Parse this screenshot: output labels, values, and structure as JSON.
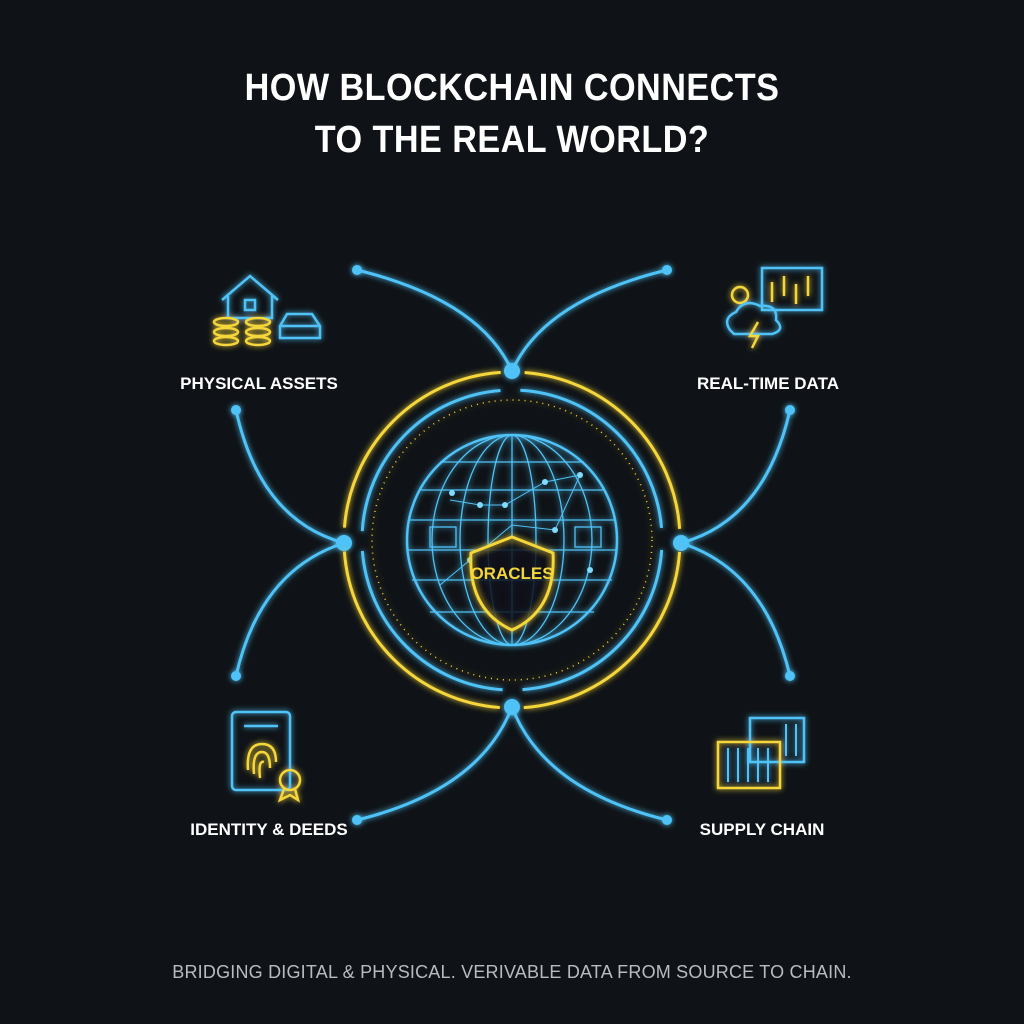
{
  "title_lines": [
    "HOW BLOCKCHAIN CONNECTS",
    "TO THE REAL WORLD?"
  ],
  "center_label": "ORACLES",
  "categories": [
    {
      "label": "PHYSICAL ASSETS",
      "icon": "house-coins-car-icon"
    },
    {
      "label": "REAL-TIME DATA",
      "icon": "weather-chart-icon"
    },
    {
      "label": "IDENTITY & DEEDS",
      "icon": "fingerprint-document-icon"
    },
    {
      "label": "SUPPLY CHAIN",
      "icon": "shipping-container-icon"
    }
  ],
  "footer": "BRIDGING DIGITAL & PHYSICAL. VERIVABLE DATA FROM SOURCE TO CHAIN.",
  "colors": {
    "background": "#0f1317",
    "blue": "#4fc3f7",
    "yellow": "#f5d63a",
    "text": "#ffffff"
  }
}
